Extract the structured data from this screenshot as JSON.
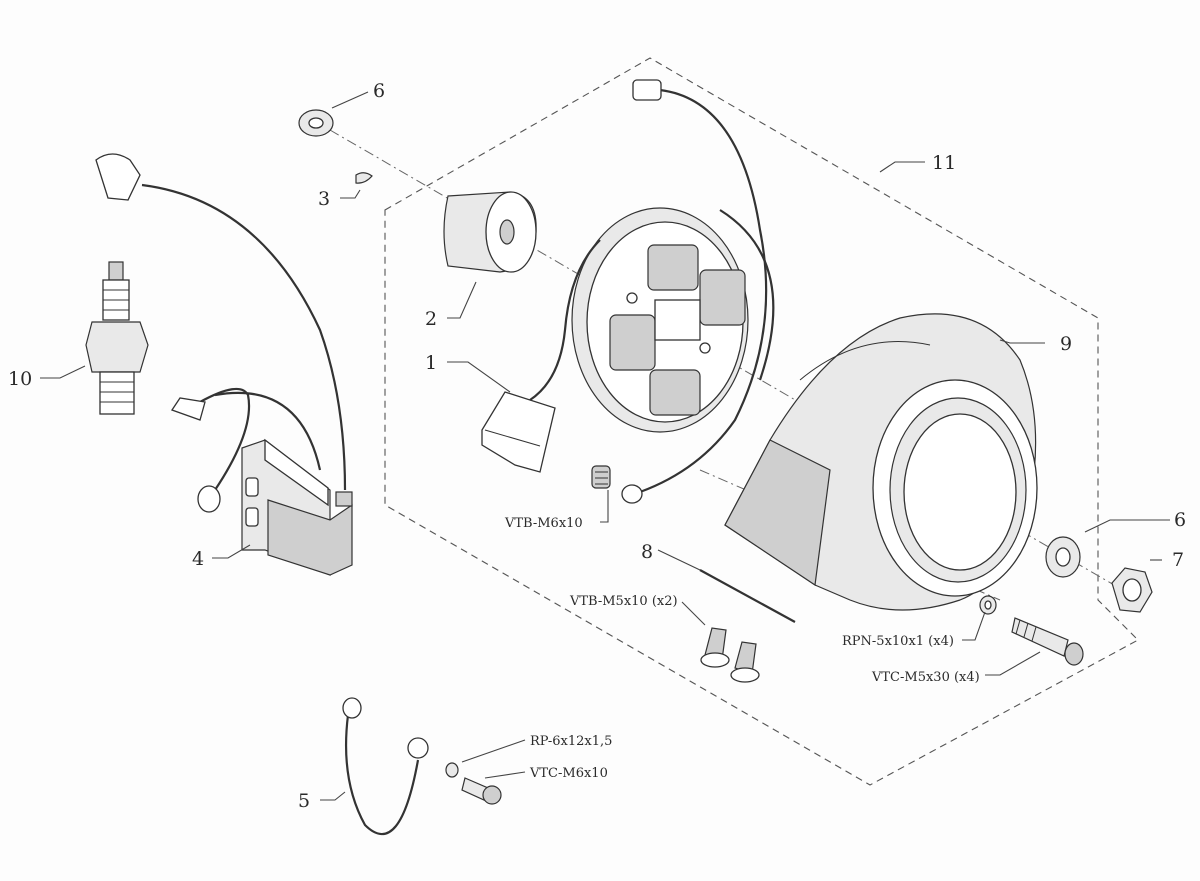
{
  "diagram": {
    "labels": {
      "l1": "1",
      "l2": "2",
      "l3": "3",
      "l4": "4",
      "l5": "5",
      "l6a": "6",
      "l6b": "6",
      "l7": "7",
      "l8": "8",
      "l9": "9",
      "l10": "10",
      "l11": "11"
    },
    "codes": {
      "vtb_m6x10": "VTB-M6x10",
      "vtb_m5x10": "VTB-M5x10 (x2)",
      "rpn": "RPN-5x10x1 (x4)",
      "vtc_m5x30": "VTC-M5x30 (x4)",
      "rp_6x12": "RP-6x12x1,5",
      "vtc_m6x10": "VTC-M6x10"
    }
  }
}
